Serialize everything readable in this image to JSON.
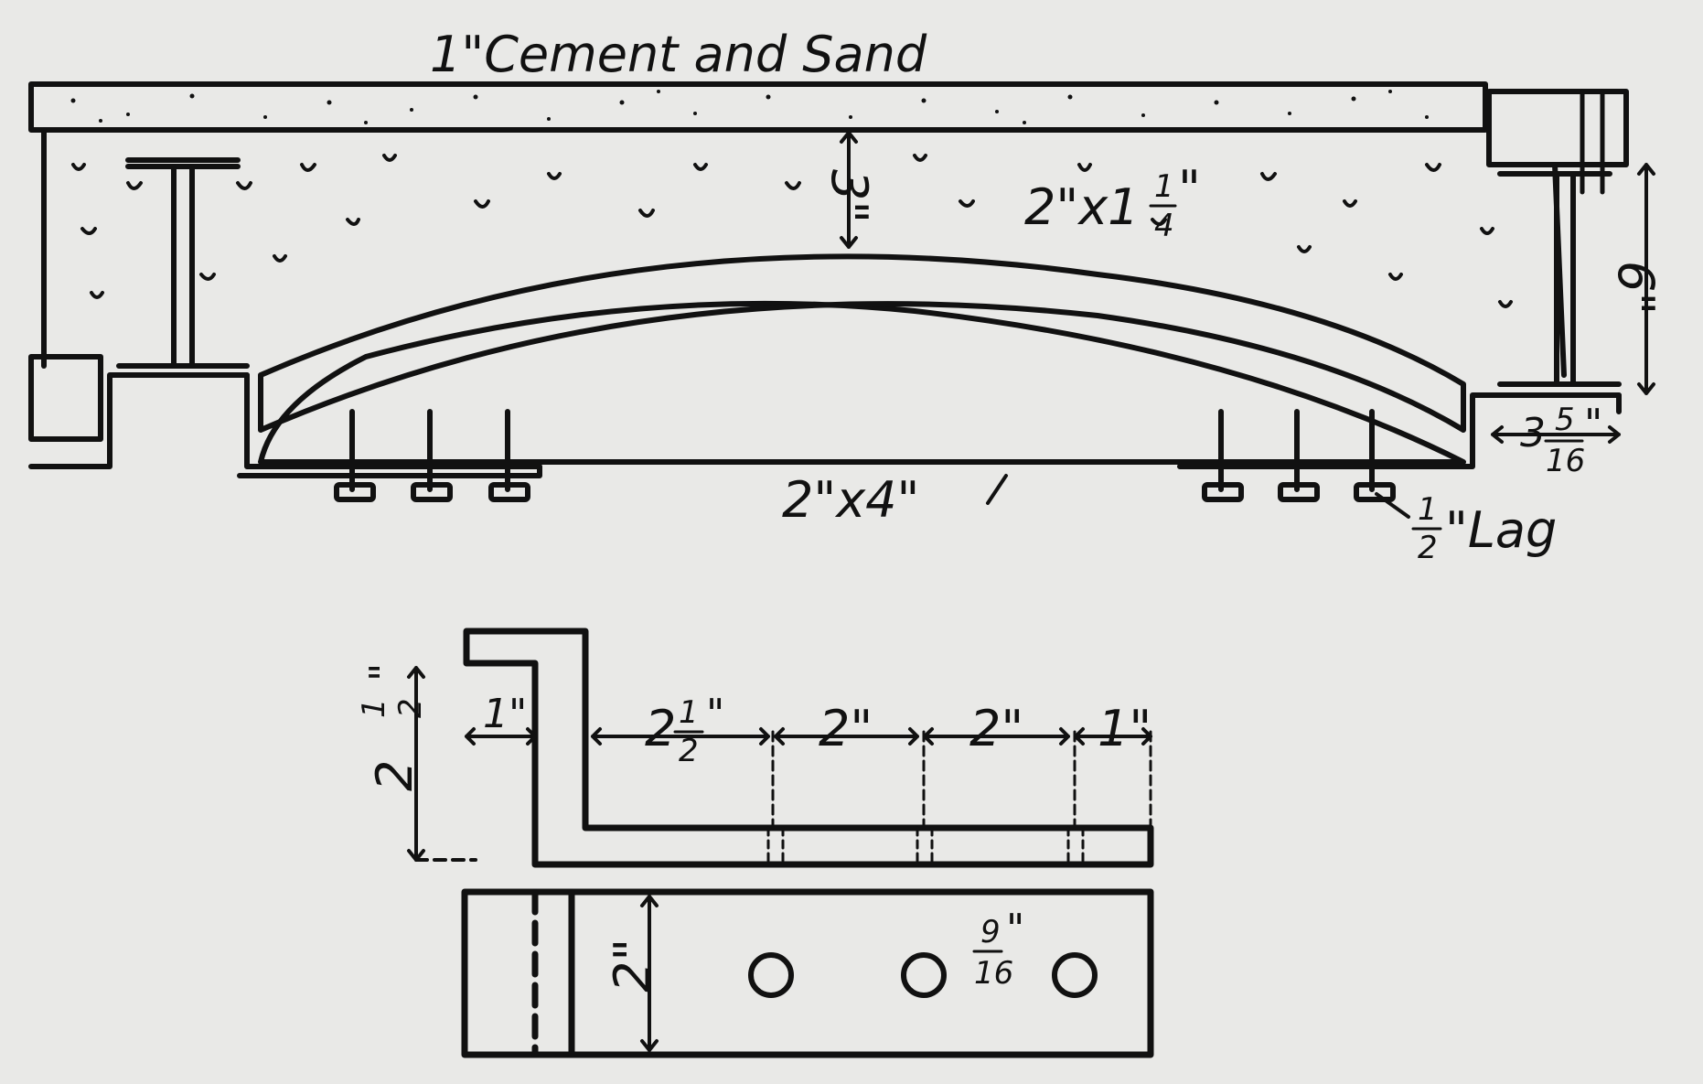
{
  "diagram": {
    "labels": {
      "cement_and_sand": "1\"Cement and Sand",
      "plank_size": "2\"x1",
      "plank_size_fraction": {
        "num": "1",
        "den": "4",
        "unit": "\""
      },
      "depth_3": "3\"",
      "height_6": "6\"",
      "offset_whole": "3",
      "offset_fraction": {
        "num": "5",
        "den": "16",
        "unit": "\""
      },
      "rib_size": "2\"x4\"",
      "lag_fraction": {
        "num": "1",
        "den": "2"
      },
      "lag_text": "\"Lag",
      "clip_height_whole": "2",
      "clip_height_fraction": {
        "num": "1",
        "den": "2",
        "unit": "\""
      },
      "clip_width_1": "1\"",
      "spacing_first_whole": "2",
      "spacing_first_fraction": {
        "num": "1",
        "den": "2",
        "unit": "\""
      },
      "spacing_2a": "2\"",
      "spacing_2b": "2\"",
      "end_1": "1\"",
      "strap_width": "2\"",
      "hole_fraction": {
        "num": "9",
        "den": "16",
        "unit": "\""
      }
    },
    "colors": {
      "paper": "#e9e9e7",
      "ink": "#111111"
    }
  }
}
